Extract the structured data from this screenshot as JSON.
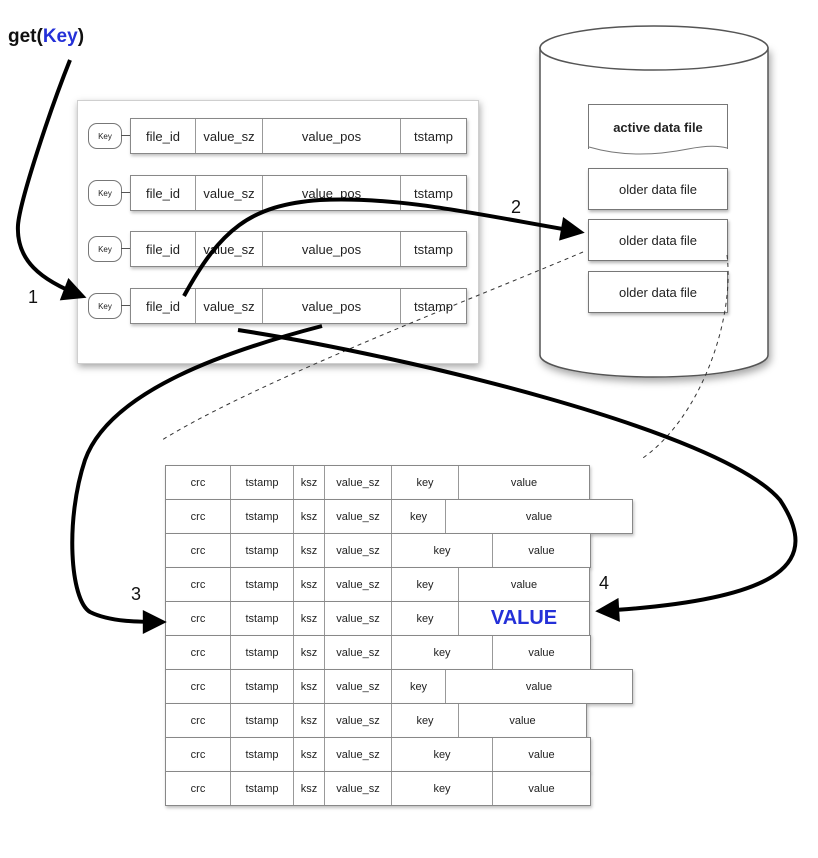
{
  "call": {
    "prefix": "get(",
    "key": "Key",
    "suffix": ")"
  },
  "colors": {
    "accent": "#2430d8",
    "arrow": "#000000"
  },
  "step_labels": [
    "1",
    "2",
    "3",
    "4"
  ],
  "keydir": {
    "rows": [
      {
        "key": "Key",
        "cells": [
          "file_id",
          "value_sz",
          "value_pos",
          "tstamp"
        ]
      },
      {
        "key": "Key",
        "cells": [
          "file_id",
          "value_sz",
          "value_pos",
          "tstamp"
        ]
      },
      {
        "key": "Key",
        "cells": [
          "file_id",
          "value_sz",
          "value_pos",
          "tstamp"
        ]
      },
      {
        "key": "Key",
        "cells": [
          "file_id",
          "value_sz",
          "value_pos",
          "tstamp"
        ]
      }
    ]
  },
  "data_files": [
    {
      "label": "active data file",
      "active": true
    },
    {
      "label": "older data file",
      "active": false
    },
    {
      "label": "older data file",
      "active": false
    },
    {
      "label": "older data file",
      "active": false
    }
  ],
  "data_rows": [
    {
      "cells": [
        "crc",
        "tstamp",
        "ksz",
        "value_sz"
      ],
      "key": "key",
      "value": "value"
    },
    {
      "cells": [
        "crc",
        "tstamp",
        "ksz",
        "value_sz"
      ],
      "key": "key",
      "value": "value"
    },
    {
      "cells": [
        "crc",
        "tstamp",
        "ksz",
        "value_sz"
      ],
      "key": "key",
      "value": "value"
    },
    {
      "cells": [
        "crc",
        "tstamp",
        "ksz",
        "value_sz"
      ],
      "key": "key",
      "value": "value"
    },
    {
      "cells": [
        "crc",
        "tstamp",
        "ksz",
        "value_sz"
      ],
      "key": "key",
      "value": "VALUE",
      "highlight": true
    },
    {
      "cells": [
        "crc",
        "tstamp",
        "ksz",
        "value_sz"
      ],
      "key": "key",
      "value": "value"
    },
    {
      "cells": [
        "crc",
        "tstamp",
        "ksz",
        "value_sz"
      ],
      "key": "key",
      "value": "value"
    },
    {
      "cells": [
        "crc",
        "tstamp",
        "ksz",
        "value_sz"
      ],
      "key": "key",
      "value": "value"
    },
    {
      "cells": [
        "crc",
        "tstamp",
        "ksz",
        "value_sz"
      ],
      "key": "key",
      "value": "value"
    },
    {
      "cells": [
        "crc",
        "tstamp",
        "ksz",
        "value_sz"
      ],
      "key": "key",
      "value": "value"
    }
  ]
}
